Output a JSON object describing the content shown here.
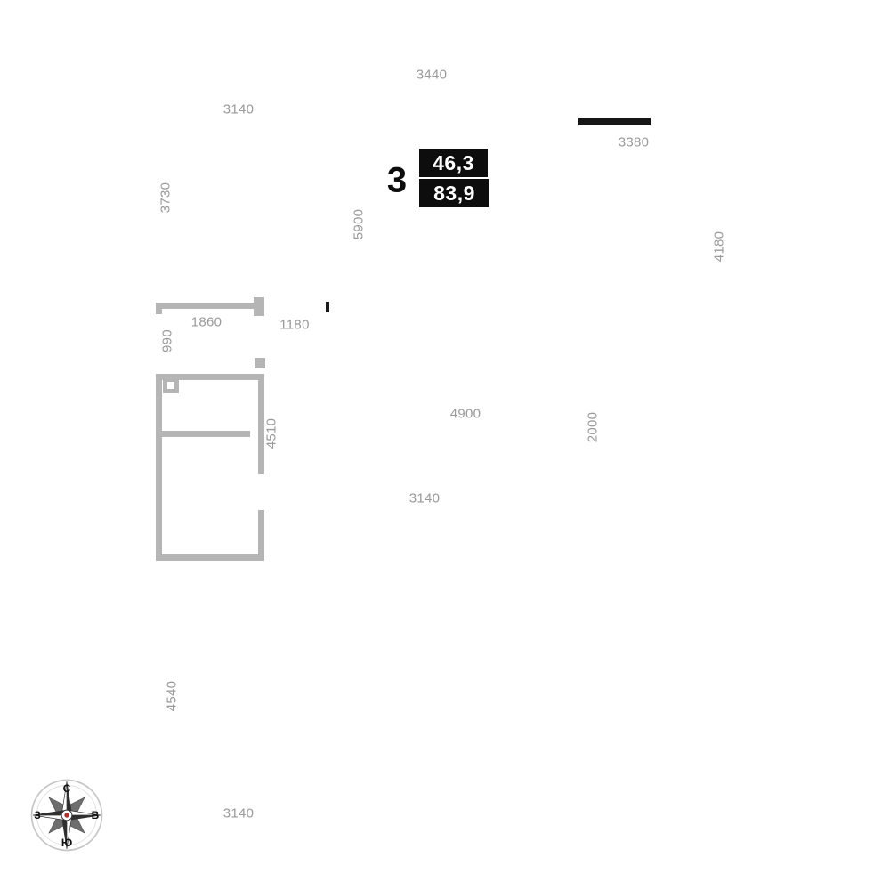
{
  "apartment": {
    "number": "3",
    "area_top": "46,3",
    "area_bottom": "83,9"
  },
  "dims": [
    {
      "text": "3440"
    },
    {
      "text": "3140"
    },
    {
      "text": "3730"
    },
    {
      "text": "3380"
    },
    {
      "text": "5900"
    },
    {
      "text": "4180"
    },
    {
      "text": "1860"
    },
    {
      "text": "1180"
    },
    {
      "text": "990"
    },
    {
      "text": "4510"
    },
    {
      "text": "4900"
    },
    {
      "text": "2000"
    },
    {
      "text": "3140"
    },
    {
      "text": "4540"
    },
    {
      "text": "3140"
    }
  ],
  "compass": {
    "north": "С",
    "east": "В",
    "south": "Ю",
    "west": "З"
  },
  "colors": {
    "wall": "#b5b5b5",
    "dim_text": "#9a9a9a",
    "accent_black": "#0d0d0d"
  }
}
